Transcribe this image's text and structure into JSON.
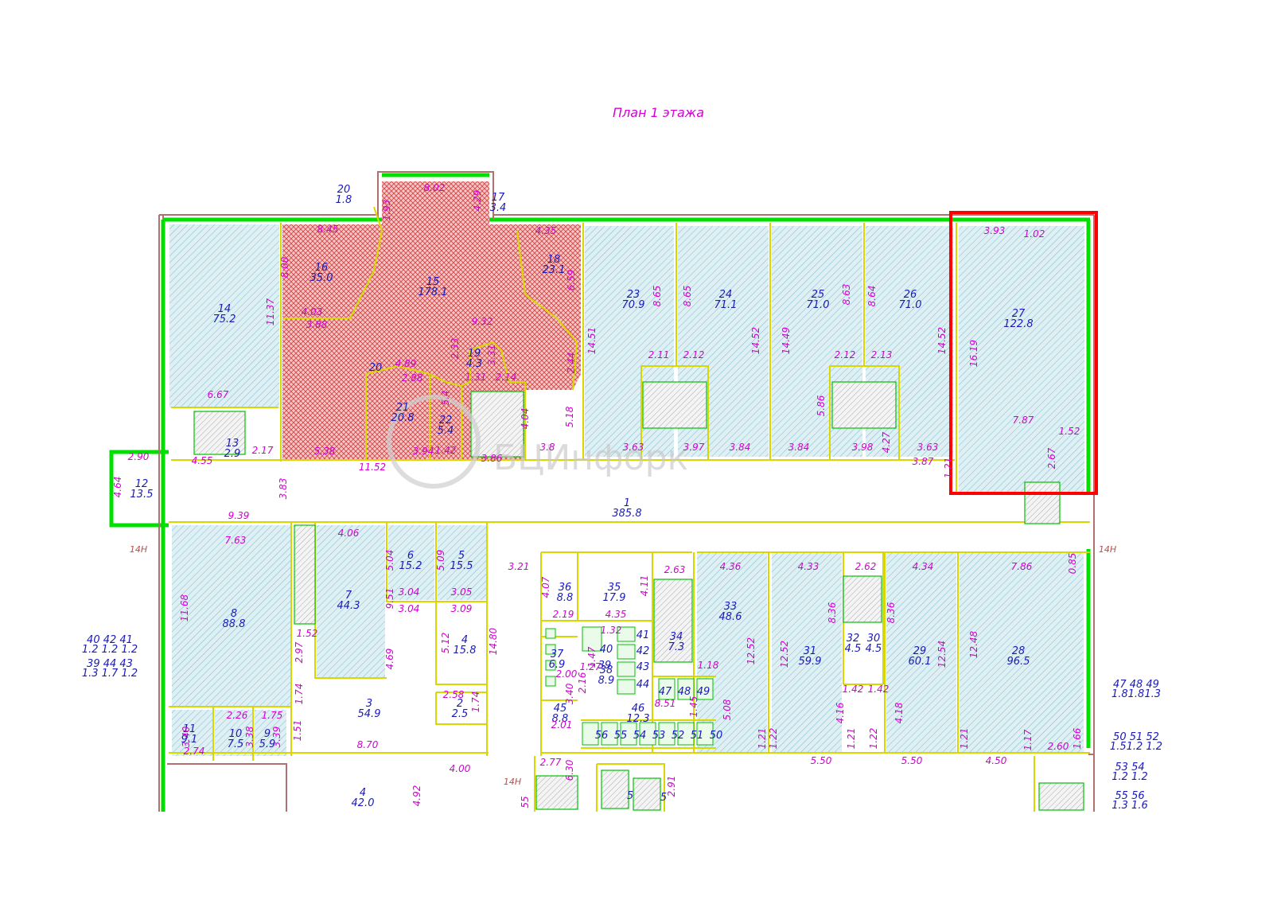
{
  "title": "План 1 этажа",
  "watermark": "БЦИнфорк",
  "colors": {
    "wall_green": "#00e000",
    "inner_wall": "#d8d800",
    "room_hatch": "#7fb8c8",
    "red_fill": "#d64040",
    "dimension": "#d400d4",
    "label": "#1a1ab8",
    "highlight": "#ff0000"
  },
  "highlight_room": "27",
  "rooms": [
    {
      "id": "r27",
      "num": "27",
      "area": "122.8"
    },
    {
      "id": "r26",
      "num": "26",
      "area": "71.0"
    },
    {
      "id": "r25",
      "num": "25",
      "area": "71.0"
    },
    {
      "id": "r24",
      "num": "24",
      "area": "71.1"
    },
    {
      "id": "r23",
      "num": "23",
      "area": "70.9"
    },
    {
      "id": "r18",
      "num": "18",
      "area": "23.1"
    },
    {
      "id": "r15",
      "num": "15",
      "area": "178.1"
    },
    {
      "id": "r16",
      "num": "16",
      "area": "35.0"
    },
    {
      "id": "r17",
      "num": "17",
      "area": "3.4"
    },
    {
      "id": "r14",
      "num": "14",
      "area": "75.2"
    },
    {
      "id": "r19",
      "num": "19",
      "area": "4.3"
    },
    {
      "id": "r20",
      "num": "20",
      "area": ""
    },
    {
      "id": "r20b",
      "num": "20",
      "area": "1.8"
    },
    {
      "id": "r21",
      "num": "21",
      "area": "20.8"
    },
    {
      "id": "r22",
      "num": "22",
      "area": "5.4"
    },
    {
      "id": "r13",
      "num": "13",
      "area": "2.9"
    },
    {
      "id": "r12",
      "num": "12",
      "area": "13.5"
    },
    {
      "id": "r1",
      "num": "1",
      "area": "385.8"
    },
    {
      "id": "r8",
      "num": "8",
      "area": "88.8"
    },
    {
      "id": "r7",
      "num": "7",
      "area": "44.3"
    },
    {
      "id": "r6",
      "num": "6",
      "area": "15.2"
    },
    {
      "id": "r5",
      "num": "5",
      "area": "15.5"
    },
    {
      "id": "r4",
      "num": "4",
      "area": "15.8"
    },
    {
      "id": "r3",
      "num": "3",
      "area": "54.9"
    },
    {
      "id": "r2",
      "num": "2",
      "area": "2.5"
    },
    {
      "id": "r11",
      "num": "11",
      "area": "9.1"
    },
    {
      "id": "r10",
      "num": "10",
      "area": "7.5"
    },
    {
      "id": "r9",
      "num": "9",
      "area": "5.9"
    },
    {
      "id": "r4b",
      "num": "4",
      "area": "42.0"
    },
    {
      "id": "r36",
      "num": "36",
      "area": "8.8"
    },
    {
      "id": "r35",
      "num": "35",
      "area": "17.9"
    },
    {
      "id": "r37",
      "num": "37",
      "area": "6.9"
    },
    {
      "id": "r38",
      "num": "38",
      "area": "8.9"
    },
    {
      "id": "r34",
      "num": "34",
      "area": "7.3"
    },
    {
      "id": "r33",
      "num": "33",
      "area": "48.6"
    },
    {
      "id": "r31",
      "num": "31",
      "area": "59.9"
    },
    {
      "id": "r32",
      "num": "32",
      "area": "4.5"
    },
    {
      "id": "r30",
      "num": "30",
      "area": "4.5"
    },
    {
      "id": "r29",
      "num": "29",
      "area": "60.1"
    },
    {
      "id": "r28",
      "num": "28",
      "area": "96.5"
    },
    {
      "id": "r45",
      "num": "45",
      "area": "8.8"
    },
    {
      "id": "r46",
      "num": "46",
      "area": "12.3"
    }
  ],
  "small_labels": [
    "40",
    "39",
    "41",
    "42",
    "43",
    "44",
    "47",
    "48",
    "49",
    "56",
    "55",
    "54",
    "53",
    "52",
    "51",
    "50",
    "5",
    "5"
  ],
  "legend_rows": [
    {
      "nums": "40  42  41",
      "areas": "1.2  1.2  1.2"
    },
    {
      "nums": "39  44  43",
      "areas": "1.3  1.7  1.2"
    },
    {
      "nums": "47  48  49",
      "areas": "1.81.81.3"
    },
    {
      "nums": "50  51  52",
      "areas": "1.51.2 1.2"
    },
    {
      "nums": "53   54",
      "areas": "1.2   1.2"
    },
    {
      "nums": "55   56",
      "areas": "1.3   1.6"
    }
  ],
  "dimensions": [
    "3.93",
    "1.02",
    "16.19",
    "7.87",
    "1.52",
    "2.67",
    "3.87",
    "3.63",
    "4.27",
    "3.98",
    "3.84",
    "14.52",
    "14.49",
    "8.63",
    "8.64",
    "2.12",
    "2.13",
    "5.86",
    "3.84",
    "3.97",
    "3.63",
    "8.65",
    "8.65",
    "2.11",
    "2.12",
    "14.51",
    "14.52",
    "4.35",
    "6.59",
    "2.44",
    "5.18",
    "4.04",
    "3.8",
    "9.32",
    "2.14",
    "1.31",
    "3.31",
    "2.33",
    "3.86",
    "1.42",
    "5.4",
    "4.89",
    "2.88",
    "3.94",
    "5.38",
    "11.52",
    "8.02",
    "4.29",
    "1.93",
    "8.45",
    "8.00",
    "4.03",
    "3.88",
    "11.37",
    "6.67",
    "4.55",
    "2.17",
    "2.90",
    "4.64",
    "3.83",
    "9.39",
    "7.63",
    "11.68",
    "4.06",
    "3.04",
    "3.05",
    "5.04",
    "5.09",
    "3.04",
    "3.09",
    "9.51",
    "4.69",
    "1.52",
    "2.97",
    "1.74",
    "2.26",
    "1.75",
    "3.40",
    "3.38",
    "3.39",
    "2.74",
    "1.51",
    "8.70",
    "5.12",
    "14.80",
    "2.58",
    "1.74",
    "4.00",
    "4.92",
    "3.21",
    "4.07",
    "2.19",
    "4.35",
    "4.11",
    "1.32",
    "1.47",
    "1.27",
    "2.00",
    "2.16",
    "3.40",
    "2.01",
    "8.51",
    "1.45",
    "2.63",
    "4.36",
    "1.18",
    "12.52",
    "5.08",
    "1.21",
    "4.33",
    "2.62",
    "8.36",
    "8.36",
    "12.52",
    "1.42",
    "1.42",
    "4.16",
    "4.18",
    "1.22",
    "1.21",
    "1.22",
    "5.50",
    "5.50",
    "4.34",
    "12.54",
    "7.86",
    "0.85",
    "12.48",
    "1.21",
    "4.50",
    "1.17",
    "2.60",
    "1.66",
    "2.77",
    "6.30",
    "2.91",
    "55",
    "1.21"
  ],
  "axis_labels": [
    "14H",
    "14H",
    "14H"
  ]
}
